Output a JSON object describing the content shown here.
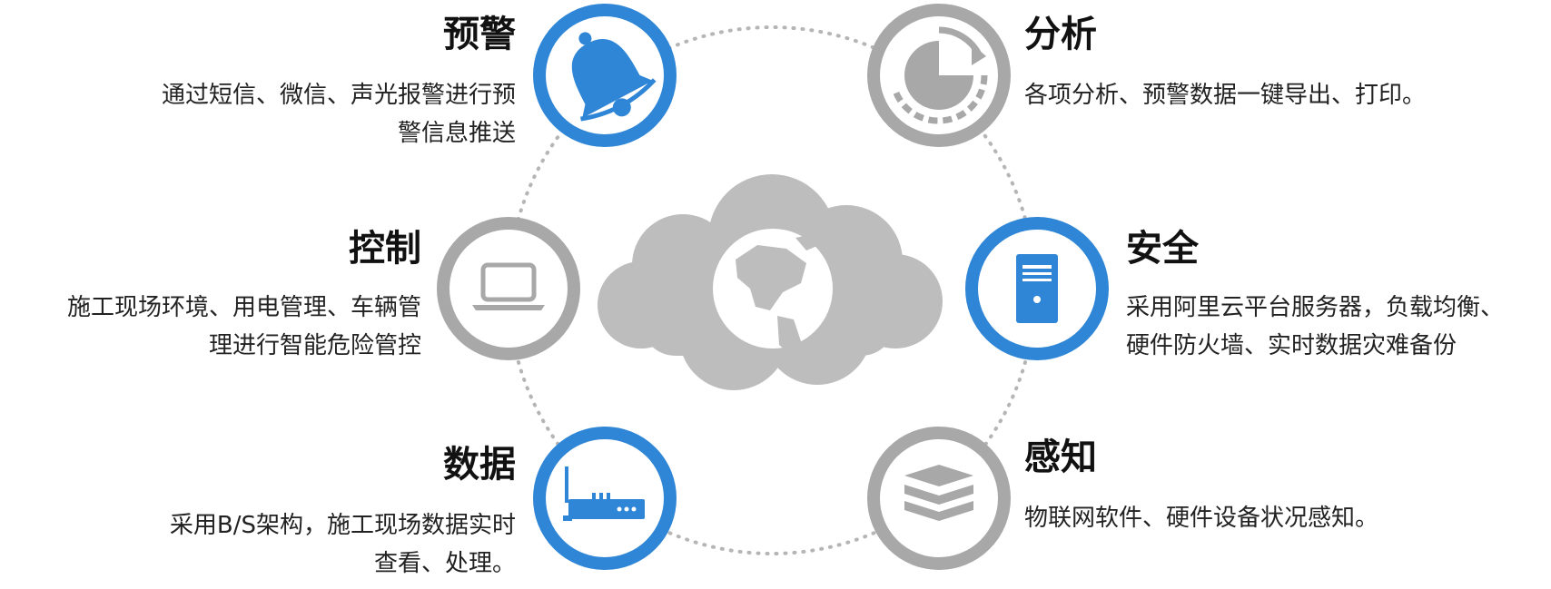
{
  "colors": {
    "blue": "#2f86d6",
    "gray": "#a8a8a8",
    "cloud": "#bdbdbd",
    "dots": "#b5b5b5"
  },
  "features": {
    "warning": {
      "title": "预警",
      "line1": "通过短信、微信、声光报警进行预",
      "line2": "警信息推送",
      "icon": "bell-icon",
      "ring_color": "blue"
    },
    "analysis": {
      "title": "分析",
      "line1": "各项分析、预警数据一键导出、打印。",
      "icon": "pie-refresh-icon",
      "ring_color": "gray"
    },
    "control": {
      "title": "控制",
      "line1": "施工现场环境、用电管理、车辆管",
      "line2": "理进行智能危险管控",
      "icon": "laptop-icon",
      "ring_color": "gray"
    },
    "security": {
      "title": "安全",
      "line1": "采用阿里云平台服务器，负载均衡、",
      "line2": "硬件防火墙、实时数据灾难备份",
      "icon": "server-icon",
      "ring_color": "blue"
    },
    "data": {
      "title": "数据",
      "line1": "采用B/S架构，施工现场数据实时",
      "line2": "查看、处理。",
      "icon": "router-icon",
      "ring_color": "blue"
    },
    "perception": {
      "title": "感知",
      "line1": "物联网软件、硬件设备状况感知。",
      "icon": "layers-icon",
      "ring_color": "gray"
    }
  },
  "center": {
    "icon": "cloud-globe-icon"
  }
}
